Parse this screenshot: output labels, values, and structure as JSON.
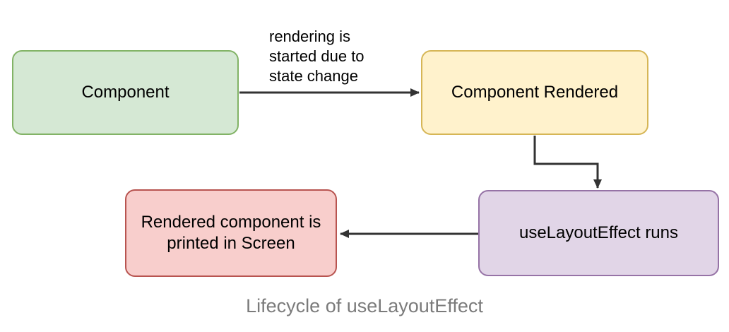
{
  "diagram": {
    "caption": "Lifecycle of useLayoutEffect",
    "caption_color": "#7b7b7b",
    "edge_color": "#333333",
    "text_color": "#000000",
    "nodes": [
      {
        "id": "component",
        "label": "Component",
        "fill": "#d5e8d4",
        "stroke": "#82b366"
      },
      {
        "id": "component-rendered",
        "label": "Component Rendered",
        "fill": "#fff2cc",
        "stroke": "#d6b656"
      },
      {
        "id": "uselayouteffect-runs",
        "label": "useLayoutEffect runs",
        "fill": "#e1d5e7",
        "stroke": "#9673a6"
      },
      {
        "id": "rendered-printed",
        "label": "Rendered component is printed in Screen",
        "fill": "#f8cecc",
        "stroke": "#b85450"
      }
    ],
    "edges": [
      {
        "from": "component",
        "to": "component-rendered",
        "label_lines": [
          "rendering is",
          "started due to",
          "state change"
        ]
      },
      {
        "from": "component-rendered",
        "to": "uselayouteffect-runs",
        "label_lines": []
      },
      {
        "from": "uselayouteffect-runs",
        "to": "rendered-printed",
        "label_lines": []
      }
    ]
  }
}
